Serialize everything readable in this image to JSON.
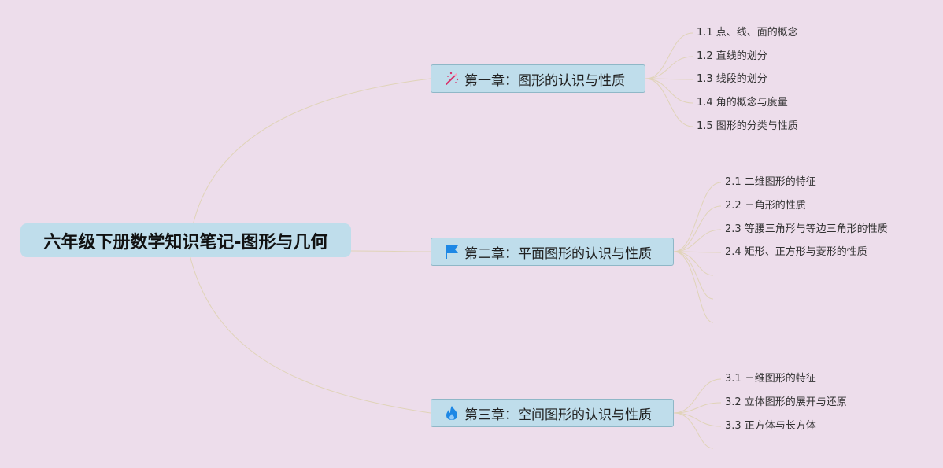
{
  "root": {
    "title": "六年级下册数学知识笔记-图形与几何"
  },
  "chapters": [
    {
      "icon": "magic-wand-icon",
      "title": "第一章：图形的认识与性质",
      "sections": [
        "1.1 点、线、面的概念",
        "1.2 直线的划分",
        "1.3 线段的划分",
        "1.4 角的概念与度量",
        "1.5 图形的分类与性质"
      ]
    },
    {
      "icon": "flag-icon",
      "title": "第二章：平面图形的认识与性质",
      "sections": [
        "2.1 二维图形的特征",
        "2.2 三角形的性质",
        "2.3 等腰三角形与等边三角形的性质",
        "2.4 矩形、正方形与菱形的性质"
      ]
    },
    {
      "icon": "fire-icon",
      "title": "第三章：空间图形的认识与性质",
      "sections": [
        "3.1 三维图形的特征",
        "3.2 立体图形的展开与还原",
        "3.3 正方体与长方体"
      ]
    }
  ],
  "colors": {
    "background": "#EDDDEB",
    "node_fill": "#BFDDEB",
    "node_border": "#8FB7C7",
    "connector": "#E0D3B8",
    "wand": "#D6336C",
    "flag": "#1E88E5",
    "fire": "#1E88E5"
  }
}
